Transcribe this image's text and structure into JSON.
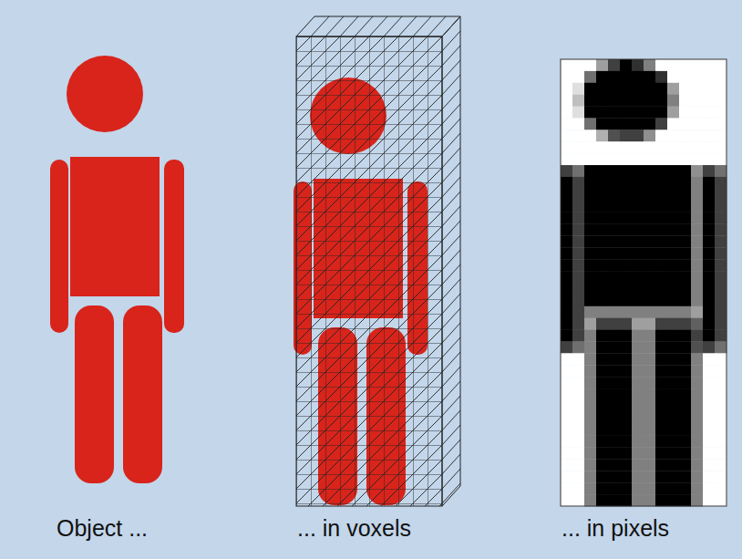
{
  "diagram": {
    "labels": [
      "Object ...",
      "... in voxels",
      "... in pixels"
    ]
  }
}
